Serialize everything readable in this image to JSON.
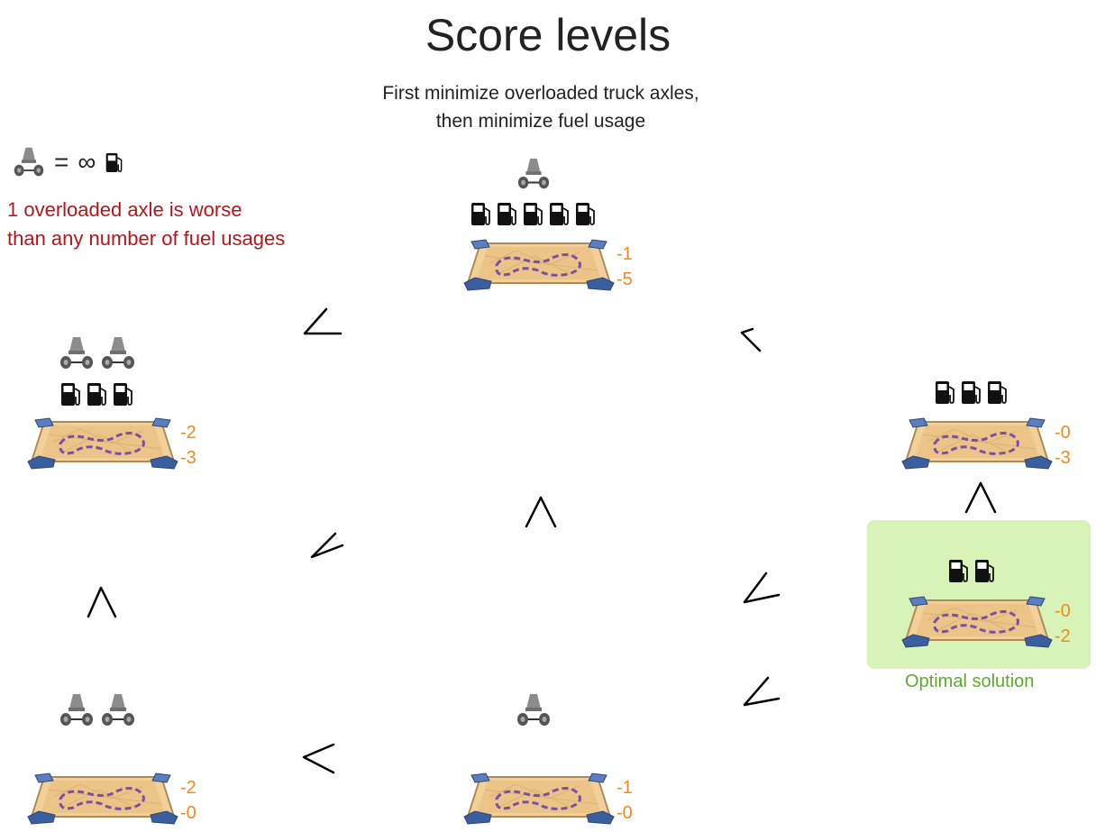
{
  "title": "Score levels",
  "subtitle_line1": "First minimize overloaded truck axles,",
  "subtitle_line2": "then minimize fuel usage",
  "legend": {
    "equation_equals": "=",
    "equation_infinity": "∞",
    "note_line1": "1 overloaded axle is worse",
    "note_line2": "than any number of fuel usages"
  },
  "solutions": [
    {
      "id": "top",
      "axles": 1,
      "fuel": 5,
      "hard": "-1",
      "soft": "-5"
    },
    {
      "id": "left",
      "axles": 2,
      "fuel": 3,
      "hard": "-2",
      "soft": "-3"
    },
    {
      "id": "right",
      "axles": 0,
      "fuel": 3,
      "hard": "-0",
      "soft": "-3"
    },
    {
      "id": "optimal",
      "axles": 0,
      "fuel": 2,
      "hard": "-0",
      "soft": "-2"
    },
    {
      "id": "bottom-left",
      "axles": 2,
      "fuel": 0,
      "hard": "-2",
      "soft": "-0"
    },
    {
      "id": "bottom-mid",
      "axles": 1,
      "fuel": 0,
      "hard": "-1",
      "soft": "-0"
    }
  ],
  "optimal_label": "Optimal solution",
  "colors": {
    "score": "#f08a1a",
    "legend_note": "#b5161c",
    "optimal_bg": "#d7f3b8",
    "optimal_text": "#5daa2e"
  }
}
